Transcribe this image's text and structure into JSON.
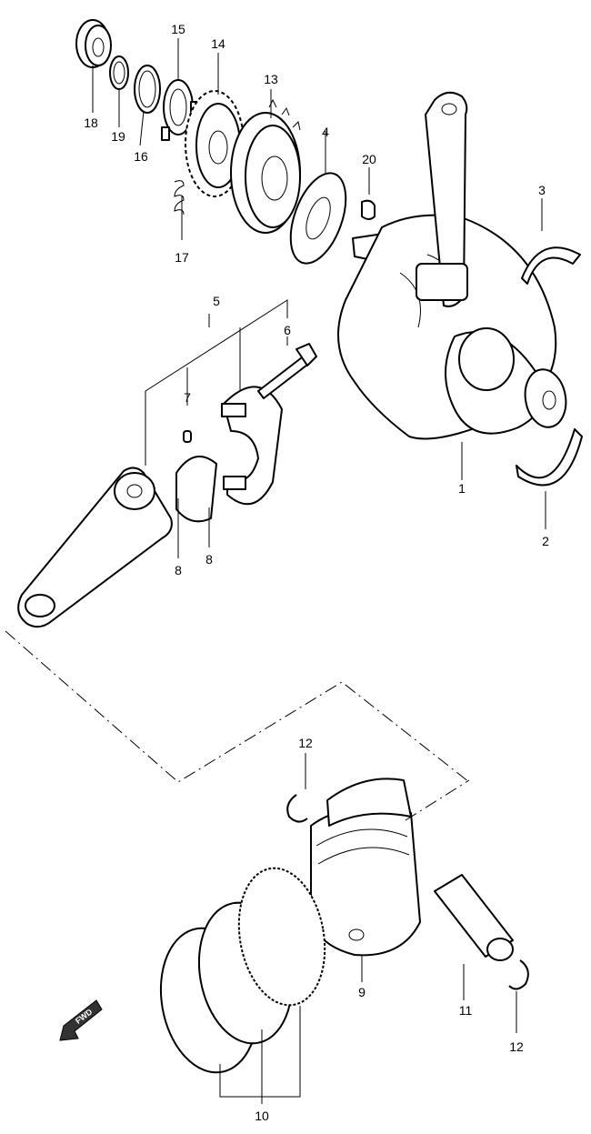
{
  "callouts": {
    "p1": "1",
    "p2": "2",
    "p3": "3",
    "p4": "4",
    "p5": "5",
    "p6": "6",
    "p7": "7",
    "p8a": "8",
    "p8b": "8",
    "p9": "9",
    "p10": "10",
    "p11": "11",
    "p12a": "12",
    "p12b": "12",
    "p13": "13",
    "p14": "14",
    "p15": "15",
    "p16": "16",
    "p17": "17",
    "p18": "18",
    "p19": "19",
    "p20": "20"
  },
  "fwd_label": "FWD"
}
